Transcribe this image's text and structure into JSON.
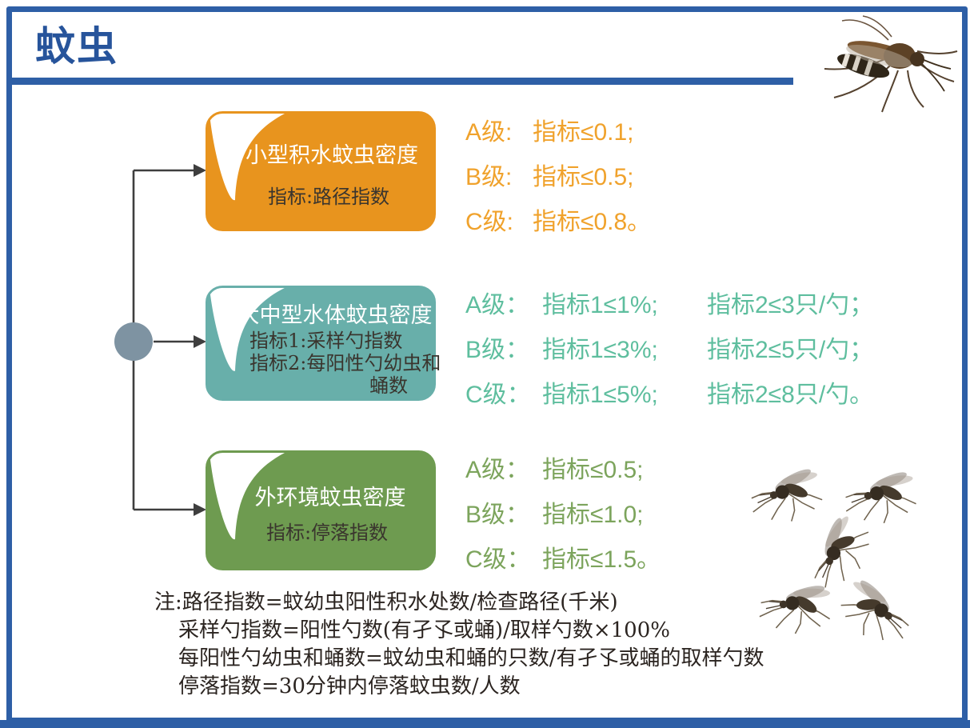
{
  "colors": {
    "accent": "#2E5FA6",
    "title-text": "#27549B",
    "orange": "#E8941E",
    "orange-text": "#F0A22C",
    "teal": "#68AFAA",
    "teal-text": "#5EBE9E",
    "green": "#6E9B50",
    "green-text": "#7CA45C",
    "node-gray": "#7E93A2",
    "connector": "#3E3E3E",
    "box-subtext": "#3A352E",
    "note-text": "#2B2420"
  },
  "header": {
    "title": "蚊虫"
  },
  "icons": {
    "top_right": "mosquito-photo",
    "cluster": "mosquito-icon"
  },
  "diagram": {
    "branches": [
      {
        "box": {
          "title": "小型积水蚊虫密度",
          "lines": [
            "指标:路径指数"
          ]
        },
        "criteria": [
          {
            "grade": "A级:",
            "parts": [
              "指标≤0.1;"
            ]
          },
          {
            "grade": "B级:",
            "parts": [
              "指标≤0.5;"
            ]
          },
          {
            "grade": "C级:",
            "parts": [
              "指标≤0.8。"
            ]
          }
        ]
      },
      {
        "box": {
          "title": "大中型水体蚊虫密度",
          "lines": [
            "指标1:采样勺指数",
            "指标2:每阳性勺幼虫和",
            "蛹数"
          ]
        },
        "criteria": [
          {
            "grade": "A级：",
            "parts": [
              "指标1≤1%;",
              "指标2≤3只/勺；"
            ]
          },
          {
            "grade": "B级：",
            "parts": [
              "指标1≤3%;",
              "指标2≤5只/勺；"
            ]
          },
          {
            "grade": "C级：",
            "parts": [
              "指标1≤5%;",
              "指标2≤8只/勺。"
            ]
          }
        ]
      },
      {
        "box": {
          "title": "外环境蚊虫密度",
          "lines": [
            "指标:停落指数"
          ]
        },
        "criteria": [
          {
            "grade": "A级：",
            "parts": [
              "指标≤0.5;"
            ]
          },
          {
            "grade": "B级：",
            "parts": [
              "指标≤1.0;"
            ]
          },
          {
            "grade": "C级：",
            "parts": [
              "指标≤1.5。"
            ]
          }
        ]
      }
    ]
  },
  "note": {
    "lines": [
      "注:路径指数=蚊幼虫阳性积水处数/检查路径(千米)",
      "采样勺指数=阳性勺数(有孑孓或蛹)/取样勺数×100%",
      "每阳性勺幼虫和蛹数=蚊幼虫和蛹的只数/有孑孓或蛹的取样勺数",
      "停落指数=30分钟内停落蚊虫数/人数"
    ]
  }
}
